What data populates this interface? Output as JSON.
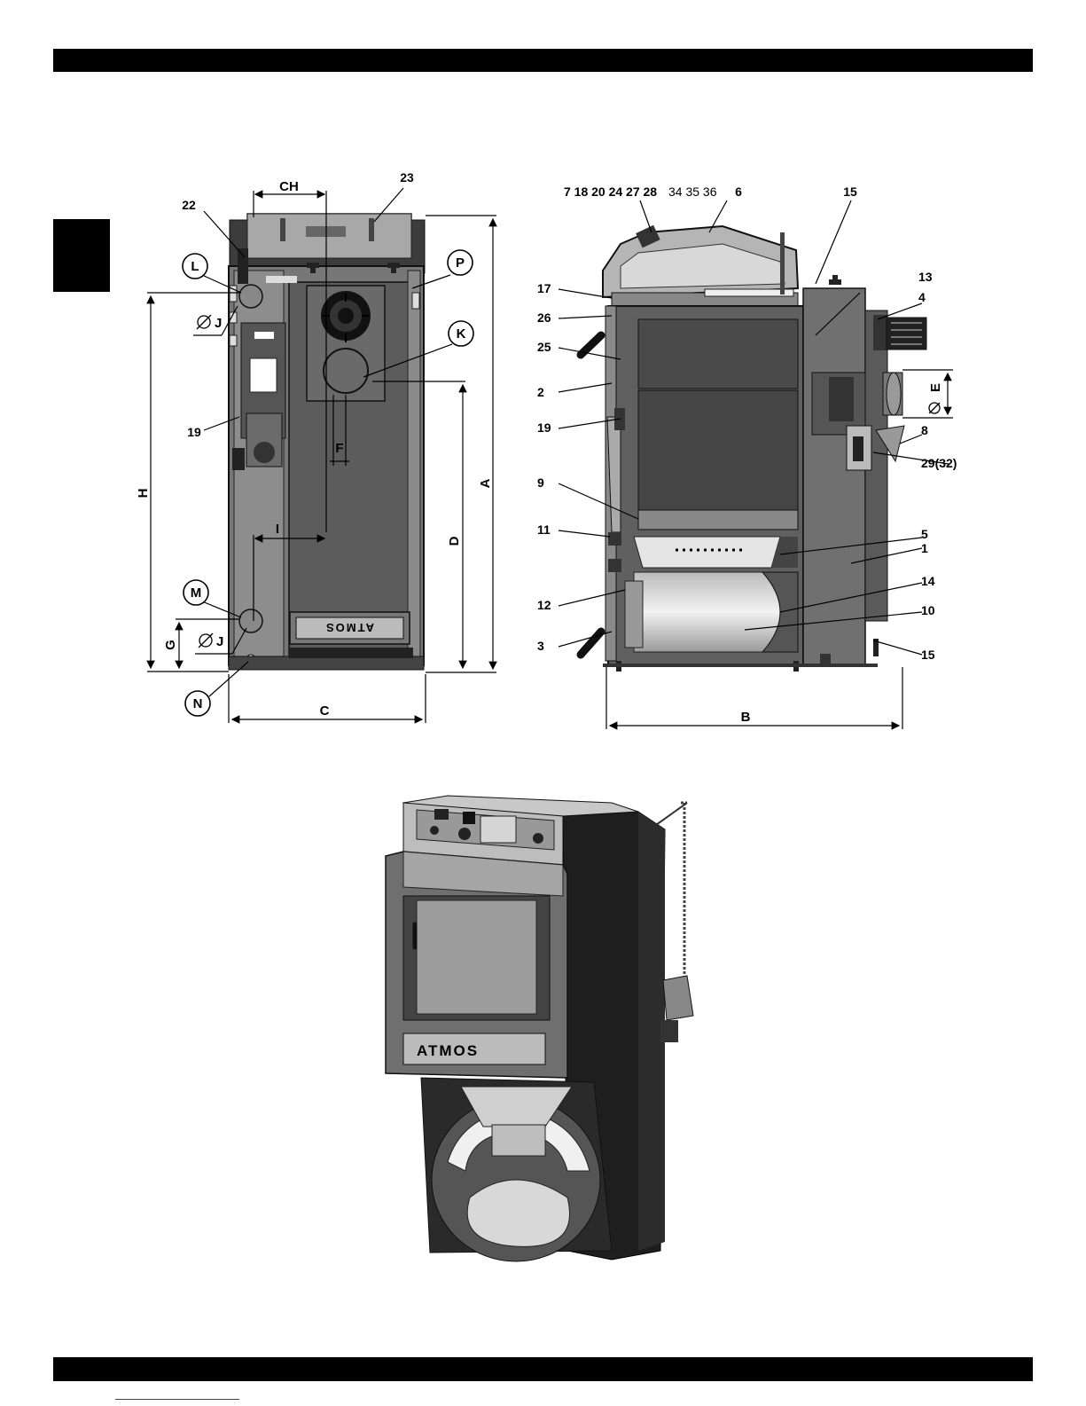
{
  "front_view": {
    "dimensions": {
      "ch": "CH",
      "h": "H",
      "g": "G",
      "i": "I",
      "f": "F",
      "d": "D",
      "a": "A",
      "c": "C",
      "j_top": "J",
      "j_bottom": "J"
    },
    "callouts": {
      "n22": "22",
      "n23": "23",
      "n19": "19"
    },
    "circles": {
      "l": "L",
      "p": "P",
      "k": "K",
      "m": "M",
      "n": "N"
    },
    "brand_plate": "ATMOS"
  },
  "side_view": {
    "top_group_bold": "7 18 20 24 27 28",
    "top_group_normal": "34 35 36",
    "callouts": {
      "n6": "6",
      "n15a": "15",
      "n17": "17",
      "n26": "26",
      "n13": "13",
      "n4": "4",
      "n25": "25",
      "n2": "2",
      "n19": "19",
      "n8": "8",
      "n29": "29(32)",
      "n9": "9",
      "n11": "11",
      "n5": "5",
      "n1": "1",
      "n12": "12",
      "n14": "14",
      "n10": "10",
      "n3": "3",
      "n15b": "15"
    },
    "dimensions": {
      "e": "E",
      "b": "B"
    }
  },
  "perspective": {
    "brand": "ATMOS"
  }
}
